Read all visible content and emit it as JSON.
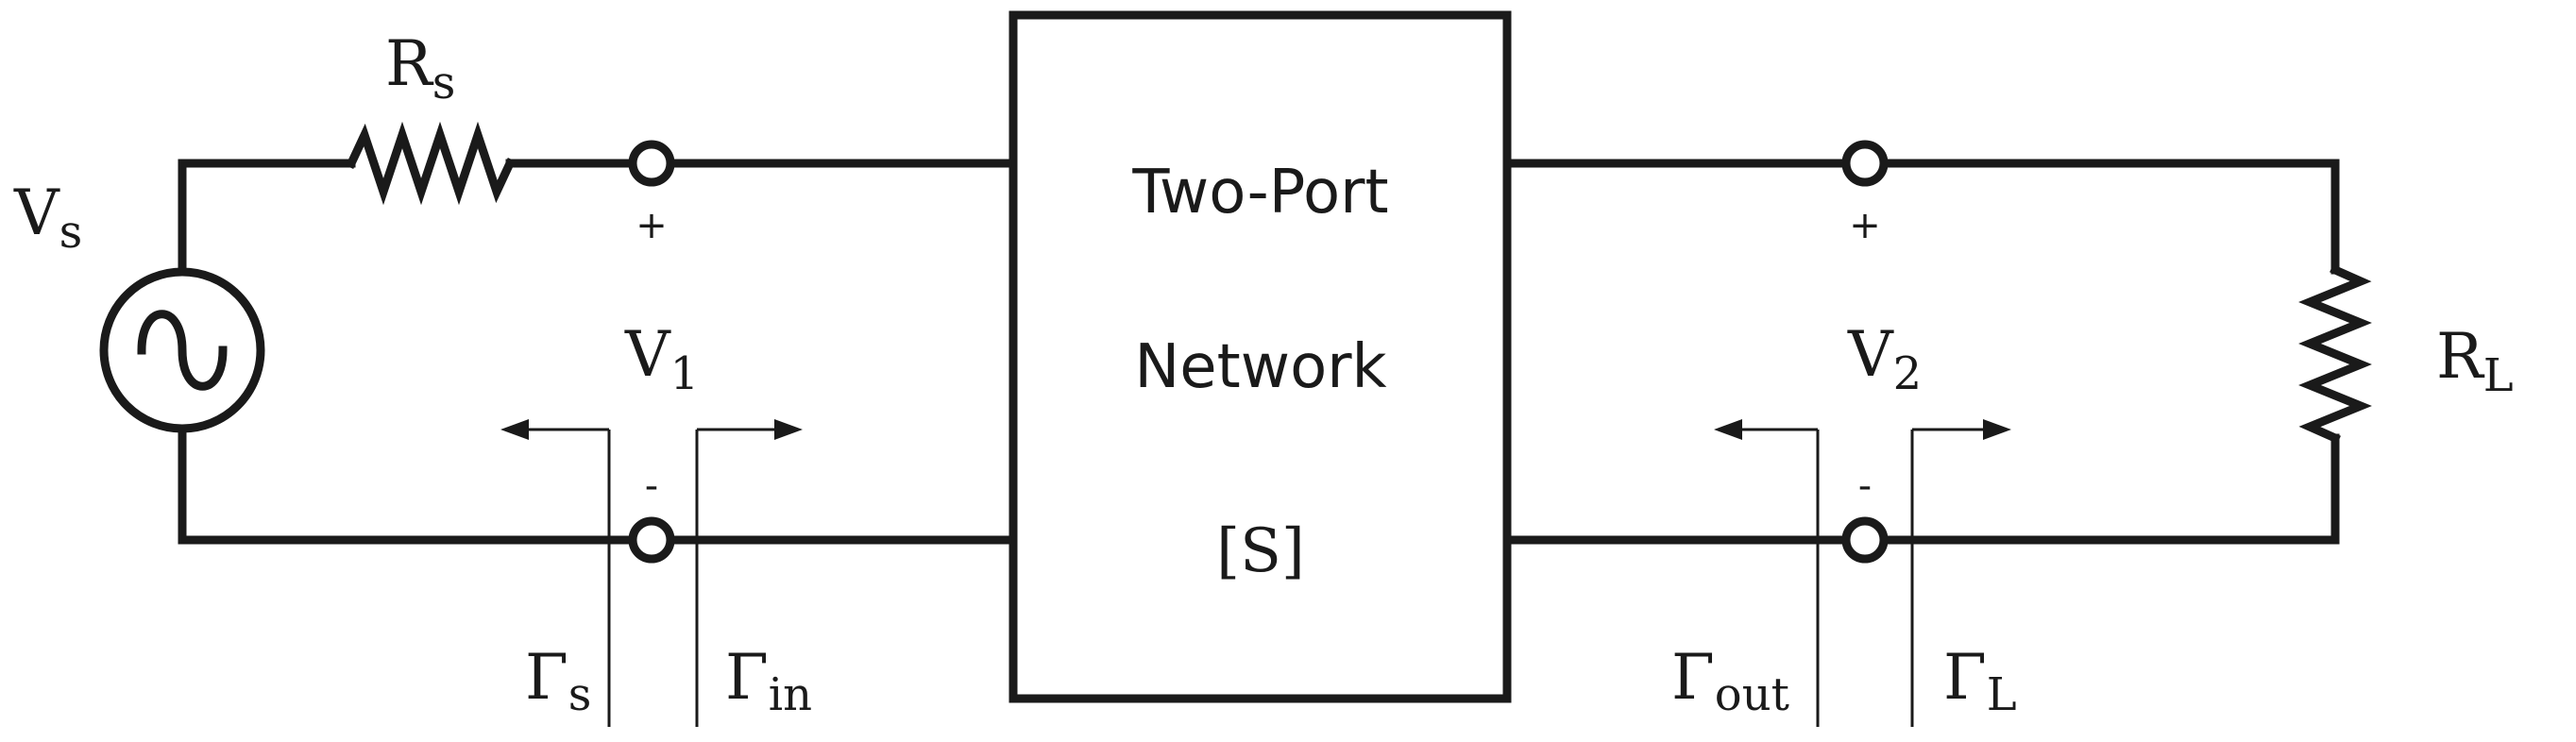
{
  "network": {
    "line1": "Two-Port",
    "line2": "Network",
    "line3": "[S]"
  },
  "labels": {
    "source_voltage": {
      "base": "V",
      "sub": "s"
    },
    "source_resistor": {
      "base": "R",
      "sub": "s"
    },
    "load_resistor": {
      "base": "R",
      "sub": "L"
    },
    "port1_voltage": {
      "base": "V",
      "sub": "1"
    },
    "port2_voltage": {
      "base": "V",
      "sub": "2"
    },
    "gamma_source": {
      "base": "Γ",
      "sub": "s"
    },
    "gamma_in": {
      "base": "Γ",
      "sub": "in"
    },
    "gamma_out": {
      "base": "Γ",
      "sub": "out"
    },
    "gamma_load": {
      "base": "Γ",
      "sub": "L"
    }
  },
  "polarity": {
    "port1_plus": "+",
    "port1_minus": "-",
    "port2_plus": "+",
    "port2_minus": "-"
  }
}
